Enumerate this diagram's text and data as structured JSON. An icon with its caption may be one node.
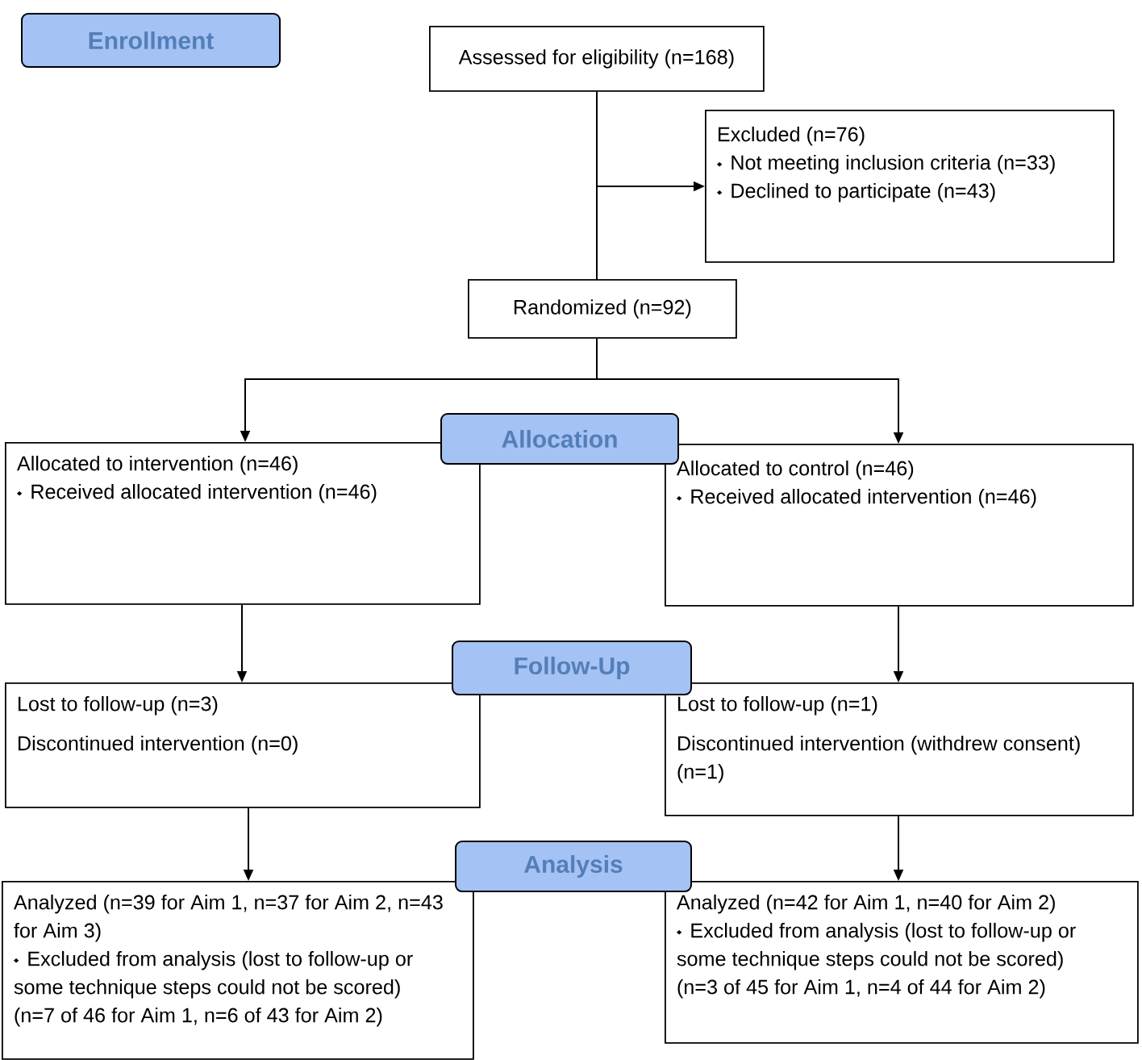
{
  "diagram": {
    "nodes": [
      {
        "text": [
          "Enrollment"
        ]
      },
      {
        "text": [
          "Assessed for eligibility (n=168)"
        ]
      },
      {
        "text": [
          "Excluded (n=76)",
          "Not meeting inclusion criteria (n=33)",
          "Declined to participate (n=43)"
        ]
      },
      {
        "text": [
          "Randomized (n=92)"
        ]
      },
      {
        "text": [
          "Allocation"
        ]
      },
      {
        "text": [
          "Allocated to intervention (n=46)",
          "Received allocated intervention (n=46)"
        ]
      },
      {
        "text": [
          "Allocated to control (n=46)",
          "Received allocated intervention (n=46)"
        ]
      },
      {
        "text": [
          "Follow-Up"
        ]
      },
      {
        "text": [
          "Lost to follow-up (n=3)",
          "Discontinued intervention (n=0)"
        ]
      },
      {
        "text": [
          "Lost to follow-up (n=1)",
          "Discontinued intervention (withdrew consent) (n=1)"
        ]
      },
      {
        "text": [
          "Analysis"
        ]
      },
      {
        "text": [
          "Analyzed (n=39 for Aim 1, n=37 for Aim 2, n=43 for Aim 3)",
          "Excluded from analysis (lost to follow-up or some technique steps could not be scored)",
          "(n=7 of 46 for Aim 1, n=6 of 43 for Aim 2)"
        ]
      },
      {
        "text": [
          "Analyzed (n=42 for Aim 1, n=40 for Aim 2)",
          "Excluded from analysis (lost to follow-up or some technique steps could not be scored)",
          "(n=3 of 45 for Aim 1, n=4 of 44 for Aim 2)"
        ]
      }
    ],
    "edges": [
      {
        "from": 1,
        "to": 2,
        "arrow": "to"
      },
      {
        "from": 1,
        "to": 3,
        "arrow": "none"
      },
      {
        "from": 3,
        "to": 5,
        "arrow": "to"
      },
      {
        "from": 3,
        "to": 6,
        "arrow": "to"
      },
      {
        "from": 5,
        "to": 8,
        "arrow": "to"
      },
      {
        "from": 6,
        "to": 9,
        "arrow": "to"
      },
      {
        "from": 8,
        "to": 11,
        "arrow": "to"
      },
      {
        "from": 9,
        "to": 12,
        "arrow": "to"
      }
    ]
  }
}
